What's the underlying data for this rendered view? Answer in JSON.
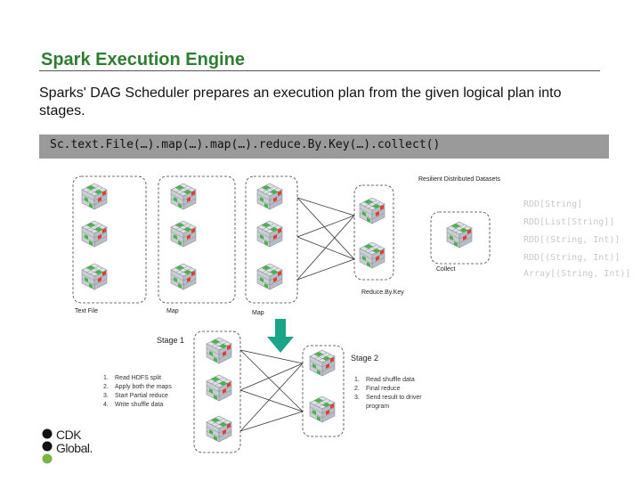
{
  "slide": {
    "title": "Spark Execution Engine",
    "description": "Sparks' DAG Scheduler prepares an execution plan from the given logical plan into stages.",
    "code": "Sc.text.File(…).map(…).map(…).reduce.By.Key(…).collect()"
  },
  "diagram": {
    "rdd_caption": "Resilient Distributed Datasets",
    "column_labels": {
      "text_file": "Text File",
      "map1": "Map",
      "map2": "Map",
      "reduce_by_key": "Reduce.By.Key",
      "collect": "Collect"
    },
    "rdd_types": [
      "RDD[String]",
      "RDD[List[String]]",
      "RDD[(String, Int)]",
      "RDD[(String, Int)]",
      "Array[(String, Int)]"
    ],
    "stage1": {
      "label": "Stage 1",
      "steps": [
        "Read HDFS split",
        "Apply both the maps",
        "Start Partial reduce",
        "Write shuffle data"
      ]
    },
    "stage2": {
      "label": "Stage 2",
      "steps": [
        "Read shuffle data",
        "Final reduce",
        "Send result to driver program"
      ]
    },
    "colors": {
      "title_green": "#2e7d32",
      "arrow_teal": "#1aa58a",
      "cube_green": "#4caf50",
      "cube_red": "#e53935"
    }
  },
  "logo": {
    "line1": "CDK",
    "line2": "Global."
  }
}
